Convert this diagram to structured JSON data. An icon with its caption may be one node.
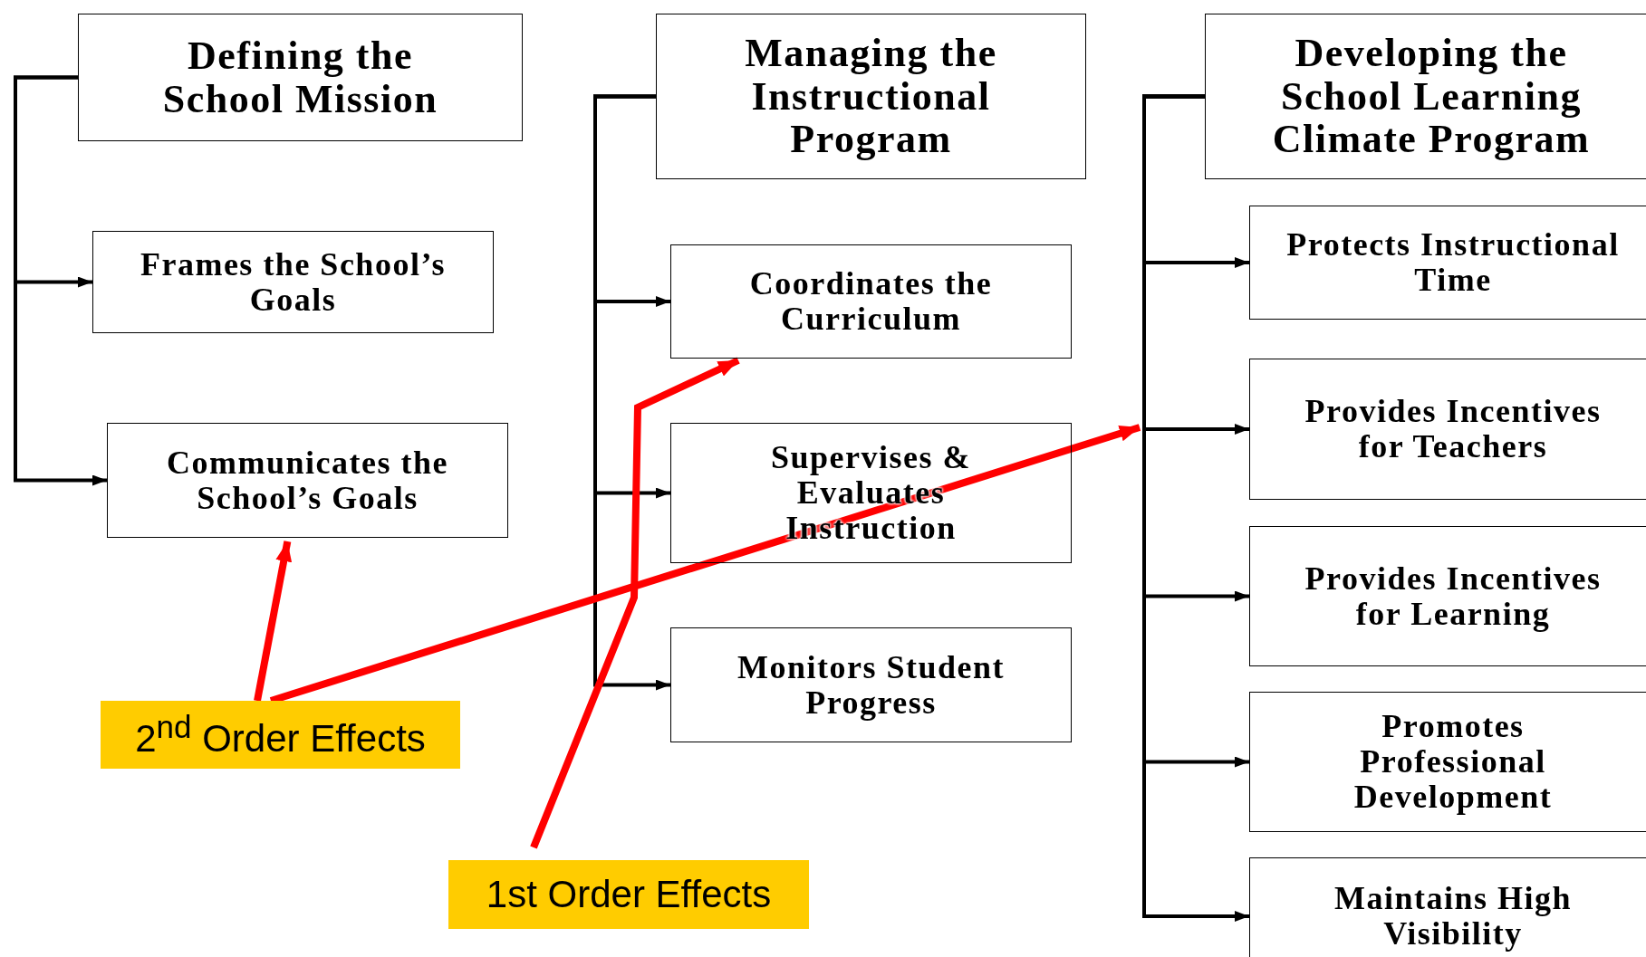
{
  "diagram": {
    "nodes": [
      {
        "text": [
          "Defining the School Mission"
        ]
      },
      {
        "text": [
          "Frames the School’s Goals"
        ]
      },
      {
        "text": [
          "Communicates the School’s Goals"
        ]
      },
      {
        "text": [
          "Managing the Instructional Program"
        ]
      },
      {
        "text": [
          "Coordinates the Curriculum"
        ]
      },
      {
        "text": [
          "Supervises & Evaluates Instruction"
        ]
      },
      {
        "text": [
          "Monitors Student Progress"
        ]
      },
      {
        "text": [
          "Developing the School Learning Climate Program"
        ]
      },
      {
        "text": [
          "Protects Instructional Time"
        ]
      },
      {
        "text": [
          "Provides Incentives for Teachers"
        ]
      },
      {
        "text": [
          "Provides Incentives for Learning"
        ]
      },
      {
        "text": [
          "Promotes Professional Development"
        ]
      },
      {
        "text": [
          "Maintains High Visibility"
        ]
      },
      {
        "text": [
          "2$^{nd}$ Order Effects"
        ]
      },
      {
        "text": [
          "1st Order Effects"
        ]
      }
    ],
    "edges": [
      {
        "from": 0,
        "to": 1,
        "arrow": "to"
      },
      {
        "from": 0,
        "to": 2,
        "arrow": "to"
      },
      {
        "from": 3,
        "to": 4,
        "arrow": "to"
      },
      {
        "from": 3,
        "to": 5,
        "arrow": "to"
      },
      {
        "from": 3,
        "to": 6,
        "arrow": "to"
      },
      {
        "from": 7,
        "to": 8,
        "arrow": "to"
      },
      {
        "from": 7,
        "to": 9,
        "arrow": "to"
      },
      {
        "from": 7,
        "to": 10,
        "arrow": "to"
      },
      {
        "from": 7,
        "to": 11,
        "arrow": "to"
      },
      {
        "from": 7,
        "to": 12,
        "arrow": "to"
      },
      {
        "from": 13,
        "to": 2,
        "arrow": "to",
        "style": "thick",
        "color": "#ff0000"
      },
      {
        "from": 13,
        "to": null,
        "arrow": "to",
        "style": "thick",
        "color": "#ff0000"
      },
      {
        "from": 14,
        "to": 4,
        "arrow": "to",
        "style": "thick",
        "color": "#ff0000"
      }
    ]
  }
}
